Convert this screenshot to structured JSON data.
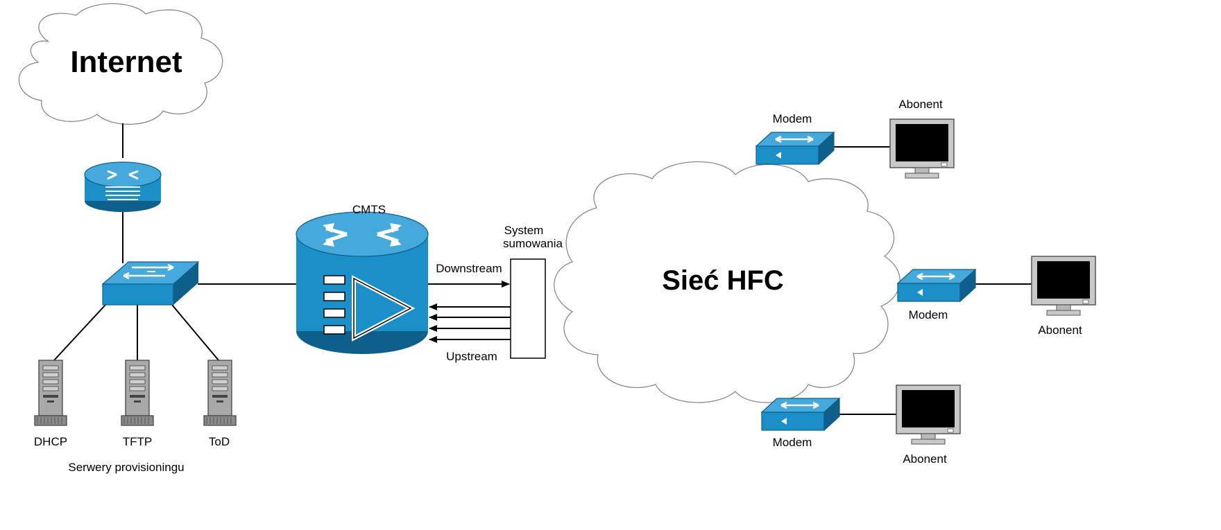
{
  "clouds": {
    "internet": "Internet",
    "hfc": "Sieć HFC"
  },
  "cmts": {
    "label": "CMTS"
  },
  "combiner": {
    "label_line1": "System",
    "label_line2": "sumowania"
  },
  "links": {
    "downstream": "Downstream",
    "upstream": "Upstream"
  },
  "servers": {
    "group_label": "Serwery provisioningu",
    "items": [
      {
        "name": "DHCP"
      },
      {
        "name": "TFTP"
      },
      {
        "name": "ToD"
      }
    ]
  },
  "modems": [
    {
      "label": "Modem"
    },
    {
      "label": "Modem"
    },
    {
      "label": "Modem"
    }
  ],
  "subscribers": [
    {
      "label": "Abonent"
    },
    {
      "label": "Abonent"
    },
    {
      "label": "Abonent"
    }
  ],
  "colors": {
    "device_blue": "#1b8fc7",
    "device_blue_dark": "#0f5f8c",
    "device_blue_light": "#45a9db",
    "server_gray": "#9a9a9a"
  }
}
